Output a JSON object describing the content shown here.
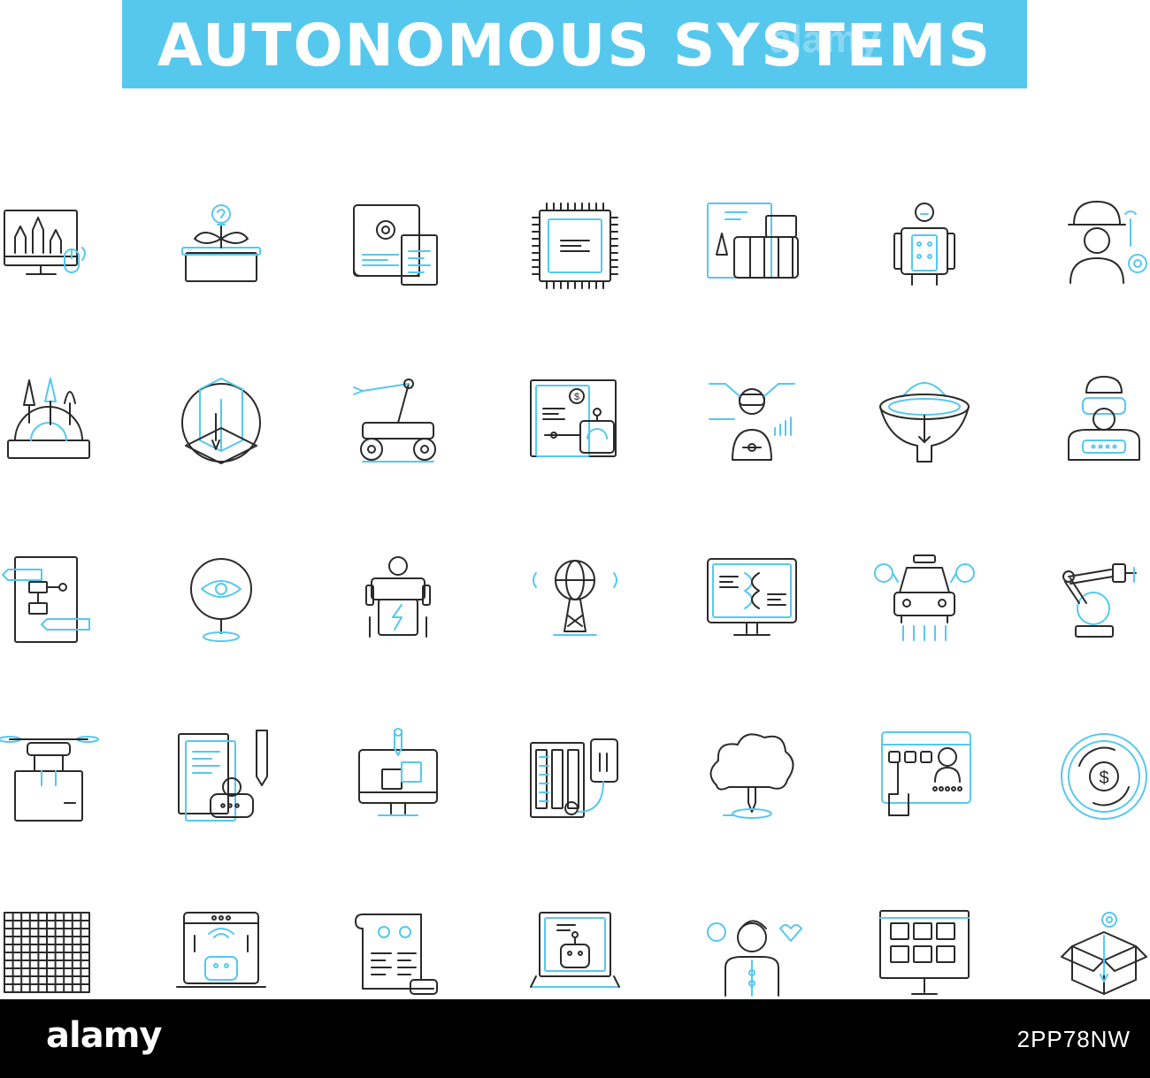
{
  "title": "AUTONOMOUS SYSTEMS",
  "colors": {
    "accent": "#56c8ee",
    "ink": "#2a2a2a",
    "background": "#ffffff",
    "footer": "#000000"
  },
  "footer": {
    "brand": "alamy",
    "image_id": "2PP78NW"
  },
  "icons": [
    [
      "monitor-art-tools-icon",
      "plant-lightbulb-icon",
      "manual-gear-document-icon",
      "microchip-icon",
      "design-swatches-icon",
      "robot-icon",
      "engineer-woman-icon"
    ],
    [
      "drafting-tools-protractor-icon",
      "isometric-building-pen-icon",
      "robotic-arm-vehicle-icon",
      "robot-finance-document-icon",
      "vr-headset-user-icon",
      "funnel-gear-icon",
      "vr-headset-worker-icon"
    ],
    [
      "flowchart-pencils-icon",
      "eye-sensor-icon",
      "battery-robot-icon",
      "radio-globe-tower-icon",
      "dna-monitor-icon",
      "autonomous-taxi-drone-icon",
      "industrial-robot-arm-icon"
    ],
    [
      "drone-delivery-box-icon",
      "robot-documents-pen-icon",
      "monitor-stylus-design-icon",
      "server-rack-gear-icon",
      "cloud-pen-icon",
      "touchscreen-user-profile-icon",
      "dollar-cycle-icon"
    ],
    [
      "grid-pattern-icon",
      "laptop-robot-wifi-icon",
      "scroll-checklist-icon",
      "laptop-robot-document-icon",
      "person-ideas-love-icon",
      "presentation-board-icon",
      "open-box-gear-pen-icon"
    ]
  ]
}
